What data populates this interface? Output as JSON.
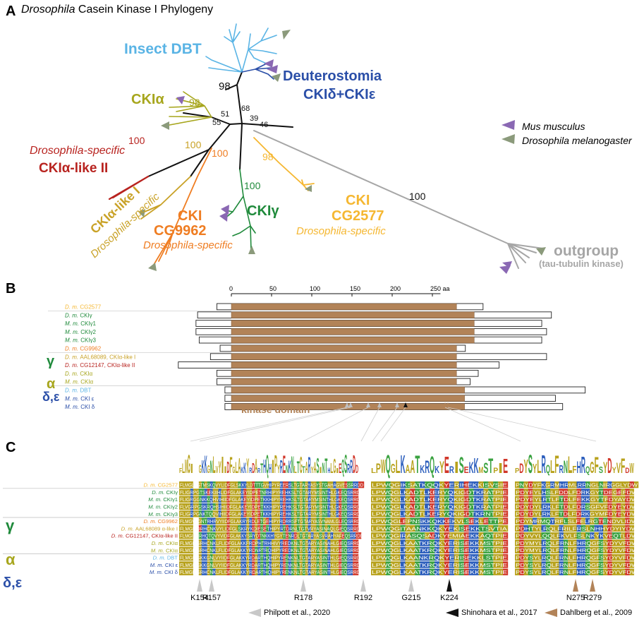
{
  "title": {
    "italic": "Drosophila",
    "rest": " Casein Kinase I Phylogeny"
  },
  "panel_labels": {
    "a": "A",
    "b": "B",
    "c": "C"
  },
  "colors": {
    "insect_dbt": "#5ab4e5",
    "deutero": "#2b4fa8",
    "cka": "#a7a61d",
    "cka_like2": "#b8231f",
    "cka_like1": "#c9a227",
    "cg9962": "#ef7d22",
    "ckg": "#1f8a3b",
    "cg2577": "#f5b731",
    "outgroup": "#a6a6a6",
    "mus": "#8a68b3",
    "dmel": "#8b9a7b",
    "kinase": "#b28358"
  },
  "tree": {
    "clades": {
      "insect_dbt": "Insect DBT",
      "deutero_1": "Deuterostomia",
      "deutero_2": "CKIδ+CKIε",
      "cka": "CKIα",
      "cka_like2_a": "Drosophila-specific",
      "cka_like2_b": "CKIα-like II",
      "cka_like1_a": "CKIα-like I",
      "cka_like1_b": "Drosophila-specific",
      "cg9962_a": "CKI",
      "cg9962_b": "CG9962",
      "cg9962_c": "Drosophila-specific",
      "ckg": "CKIγ",
      "cg2577_a": "CKI",
      "cg2577_b": "CG2577",
      "cg2577_c": "Drosophila-specific",
      "outgroup_a": "outgroup",
      "outgroup_b": "(tau-tubulin kinase)"
    },
    "supports": {
      "dbt": "98",
      "cka": "98",
      "n51": "51",
      "n55": "55",
      "n68": "68",
      "n39": "39",
      "n46": "46",
      "like2": "100",
      "like1": "100",
      "cg9962": "100",
      "ckg": "100",
      "cg2577": "98",
      "outgroup": "100"
    },
    "legend": {
      "mus": "Mus musculus",
      "dmel": "Drosophila melanogaster"
    }
  },
  "panel_b": {
    "axis_ticks": [
      "0",
      "50",
      "100",
      "150",
      "200",
      "250 aa"
    ],
    "groups": {
      "gamma": "γ",
      "alpha": "α",
      "delta": "δ,ε"
    },
    "kinase_label": "kinase domain",
    "rows": [
      {
        "sp": "D. m.",
        "name": "CG2577",
        "color": "#f5b731",
        "start": -18,
        "end": 313,
        "kstart": 0,
        "kend": 280
      },
      {
        "sp": "D. m.",
        "name": "CKIγ",
        "color": "#1f8a3b",
        "start": -42,
        "end": 398,
        "kstart": 0,
        "kend": 302
      },
      {
        "sp": "M. m.",
        "name": "CKIγ1",
        "color": "#1f8a3b",
        "start": -44,
        "end": 386,
        "kstart": 0,
        "kend": 302
      },
      {
        "sp": "M. m.",
        "name": "CKIγ2",
        "color": "#1f8a3b",
        "start": -44,
        "end": 392,
        "kstart": 0,
        "kend": 302
      },
      {
        "sp": "M. m.",
        "name": "CKIγ3",
        "color": "#1f8a3b",
        "start": -40,
        "end": 386,
        "kstart": 0,
        "kend": 302
      },
      {
        "sp": "D. m.",
        "name": "CG9962",
        "color": "#ef7d22",
        "start": -14,
        "end": 291,
        "kstart": 0,
        "kend": 280
      },
      {
        "sp": "D. m.",
        "name": "AAL68089, CKIα-like I",
        "color": "#c9a227",
        "start": -26,
        "end": 392,
        "kstart": 0,
        "kend": 280
      },
      {
        "sp": "D. m.",
        "name": "CG12147, CKIα-like II",
        "color": "#b8231f",
        "start": -66,
        "end": 333,
        "kstart": 0,
        "kend": 280
      },
      {
        "sp": "D. m.",
        "name": "CKIα",
        "color": "#a7a61d",
        "start": -18,
        "end": 307,
        "kstart": 0,
        "kend": 280
      },
      {
        "sp": "M. m.",
        "name": "CKIα",
        "color": "#a7a61d",
        "start": -18,
        "end": 297,
        "kstart": 0,
        "kend": 280
      },
      {
        "sp": "D. m.",
        "name": "DBT",
        "color": "#5ab4e5",
        "start": -8,
        "end": 440,
        "kstart": 0,
        "kend": 290
      },
      {
        "sp": "M. m.",
        "name": "CKI ε",
        "color": "#2b4fa8",
        "start": -8,
        "end": 403,
        "kstart": 0,
        "kend": 290
      },
      {
        "sp": "M. m.",
        "name": "CKI δ",
        "color": "#2b4fa8",
        "start": -8,
        "end": 412,
        "kstart": 0,
        "kend": 290
      }
    ]
  },
  "panel_c": {
    "groups": {
      "gamma": "γ",
      "alpha": "α",
      "delta": "δ,ε"
    },
    "rows": [
      {
        "sp": "D. m.",
        "name": "CG2577",
        "color": "#f5b731",
        "b1": "FLMGL--GTMSKQVYLIDFGLSKKYLDTTTGVHIPYREERSLTGTARYASYSTGAHAGVESSRRDD",
        "b2": "LPWQGIKSATKQQKYERIHEKKISVSIE",
        "b3": "PNYDYFKGRMHRMLRRNGLNIRGGLYDW"
      },
      {
        "sp": "D. m.",
        "name": "CKIγ",
        "color": "#1f8a3b",
        "b1": "FLIGRPGTSKEKIIHLIDFGLAKEYIDPETNRHIPYREHKSLTGTARYMSINTHLGKEQSRRDD",
        "b2": "LPWQGLKADTLKERYQKIGDTKRATPIE",
        "b3": "PDYEYLHSLFDDLFDRKGYTDEGEFDW"
      },
      {
        "sp": "M. m.",
        "name": "CKIγ1",
        "color": "#1f8a3b",
        "b1": "FLIGRGGNKKQHVIHIIDFGLAKEYIDPETKKHIPYREHKSLTGTARYMSINTHLGKEQSRRDD",
        "b2": "LPWQGLKADTLKERYQKIGDTKRATPIE",
        "b3": "PDYEYLRTLFTDLFEKKGYTFDYAYDW"
      },
      {
        "sp": "M. m.",
        "name": "CKIγ2",
        "color": "#1f8a3b",
        "b1": "FLVGRPGSKRQHSIHIIDFGLAKEYIDPETKKHIPYREHKSLTGTARYMSINTHLGKEQSRRDD",
        "b2": "LPWQGLKADTLKERYQKIGDTKRATPIE",
        "b3": "PDYDYLRKLFTDLFDRSGFVFDYEYDW"
      },
      {
        "sp": "M. m.",
        "name": "CKIγ3",
        "color": "#1f8a3b",
        "b1": "FLIGRPGNKTQQVIHIIDFGLAKEYIDPETKKHIPYREHKSLTGTARYMSINTHLGKEQSRRDD",
        "b2": "LPWQGLKADTLKERYQKIGDTKRNTPIE",
        "b3": "PDYDYLRKLFTDLFDRKGYMFDYEYDW"
      },
      {
        "sp": "D. m.",
        "name": "CG9962",
        "color": "#ef7d22",
        "b1": "FLMGV--GNTRHRVYIIDFGLAKRYRDLETGEHIPYRDRRSFTGTARYASVNAMLGLEQSRRDD",
        "b2": "LPWQGLEPNSKKQKKEKVLSEKLETTPE",
        "b3": "PDYMRMQTRFLSLFELRGTENDVLIDW"
      },
      {
        "sp": "D. m.",
        "name": "AAL68089 α-like I",
        "color": "#c9a227",
        "b1": "FLMGI--DRHCNKVYLIDFGLSKRYKDIESETHIPYRTDRNLTGTVRYASINAQLGIEQSRRDD",
        "b2": "LPWQGITAANKKQKYEKISEKKTSVTIA",
        "b3": "PDHTYLRQLFRILFRSLNHHYDYIYDW"
      },
      {
        "sp": "D. m.",
        "name": "CG12147, CKIα-like II",
        "color": "#b8231f",
        "b1": "FLMGI--NRHQTQVYVIDFGLAKKYSRYDTNKKHYGYTENRDLTGTARYASVRAHYAFEQSRRDD",
        "b2": "LPWQGIRASQSADKYEMIAEKKAQTPIE",
        "b3": "PDYVYLQQLFKVLFSLNKYKVEQTLDW"
      },
      {
        "sp": "D. m.",
        "name": "CKIα",
        "color": "#a7a61d",
        "b1": "FLMGI--GRHCNKLFLIDFGLAKKFRDPHTRHHIVYREDKNLTGTARYASINAHLGIEQSRRDD",
        "b2": "LPWQGLKAATKRQKYERISEKKMSTPIE",
        "b3": "PDYMYLRQLFRNLFHRQGFSYDYVFDW"
      },
      {
        "sp": "M. m.",
        "name": "CKIα",
        "color": "#a7a61d",
        "b1": "FLMGI--GRHCNKLFLIDFGLAKKYRDNRTRQHIPYREDKNLTGTARYASINAHLGIEQSRRDD",
        "b2": "LPWQGLKAATKRQKYERISEKKMSTPIE",
        "b3": "PDYMYLRQLFRNLFHRQGFSYDYVFDW"
      },
      {
        "sp": "D. m.",
        "name": "DBT",
        "color": "#5ab4e5",
        "b1": "FLMGI--GKKGNLVYIIDFGLAKKYRDARTHQHIPYRENKNLTGTARYASINTHLGIEQSRRDD",
        "b2": "LPWQGLKAANKRQKYERISEKKLSTPIE",
        "b3": "PDYSYLRQLFRNLFHRQGFSYDYVFDW"
      },
      {
        "sp": "M. m.",
        "name": "CKI ε",
        "color": "#2b4fa8",
        "b1": "FLMGI--GKKGNLVYIIDFGLAKKYRDARTHQHIPYRENKNLTGTARYASINTHLGIEQSRRDD",
        "b2": "LPWQGLKAATKRQKYERISEKKMSTPIE",
        "b3": "PDYSYLRQLFRNLFHRQGFSYDYVFDW"
      },
      {
        "sp": "M. m.",
        "name": "CKI δ",
        "color": "#2b4fa8",
        "b1": "FLMGI--GRHCNKLFLIDFGLAKKYRDARTHQHIPYRENKNLTGTARYASINTHLGIEQSRRDD",
        "b2": "LPWQGLKAATKRQKYERISEKKMSTPIE",
        "b3": "PDYSYLRQLFRNLFHRQGFSYDYVFDW"
      }
    ],
    "logo_1": "FLMGI--GKKGNLVYIIDFGLAKKYRDARTHQHIPYRENKNLTGTARYASINTHLGIEQSRRDD",
    "logo_2": "LPWQGLKAATKRQKYERISEKKMSTPIE",
    "logo_3": "PDYSYLRQLFRNLFHRQGFSYDYVFDW",
    "residues": [
      "K154",
      "R157",
      "R178",
      "R192",
      "G215",
      "K224",
      "N275",
      "R279"
    ],
    "citations": [
      "Philpott et al., 2020",
      "Shinohara et al., 2017",
      "Dahlberg et al., 2009"
    ]
  }
}
